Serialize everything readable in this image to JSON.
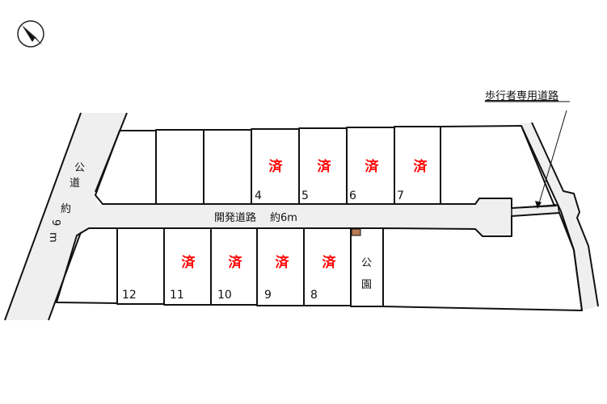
{
  "labels": {
    "pedestrian_road": "歩行者専用道路",
    "dev_road": "開発道路",
    "dev_road_width": "約6m",
    "public_road": [
      "公",
      "道",
      "約",
      "9",
      "m"
    ],
    "park": [
      "公",
      "園"
    ]
  },
  "lots_top": [
    {
      "number": "",
      "status": "",
      "color": "#fffccc"
    },
    {
      "number": "",
      "status": "",
      "color": "#fffccc"
    },
    {
      "number": "",
      "status": "",
      "color": "#fffccc"
    },
    {
      "number": "4",
      "status": "済",
      "color": "#ffdbe6"
    },
    {
      "number": "5",
      "status": "済",
      "color": "#ffdbe6"
    },
    {
      "number": "6",
      "status": "済",
      "color": "#ffdbe6"
    },
    {
      "number": "7",
      "status": "済",
      "color": "#ffdbe6"
    }
  ],
  "lots_bottom": [
    {
      "number": "12",
      "status": "",
      "color": "#ffdbe6"
    },
    {
      "number": "11",
      "status": "済",
      "color": "#ffdbe6"
    },
    {
      "number": "10",
      "status": "済",
      "color": "#ffdbe6"
    },
    {
      "number": "9",
      "status": "済",
      "color": "#ffdbe6"
    },
    {
      "number": "8",
      "status": "済",
      "color": "#ffdbe6"
    }
  ],
  "colors": {
    "road": "#efefef",
    "available": "#fffccc",
    "sold": "#ffdbe6",
    "park": "#e6f5b9",
    "sold_mark": "#ff0000",
    "park_marker": "#b87a55"
  }
}
